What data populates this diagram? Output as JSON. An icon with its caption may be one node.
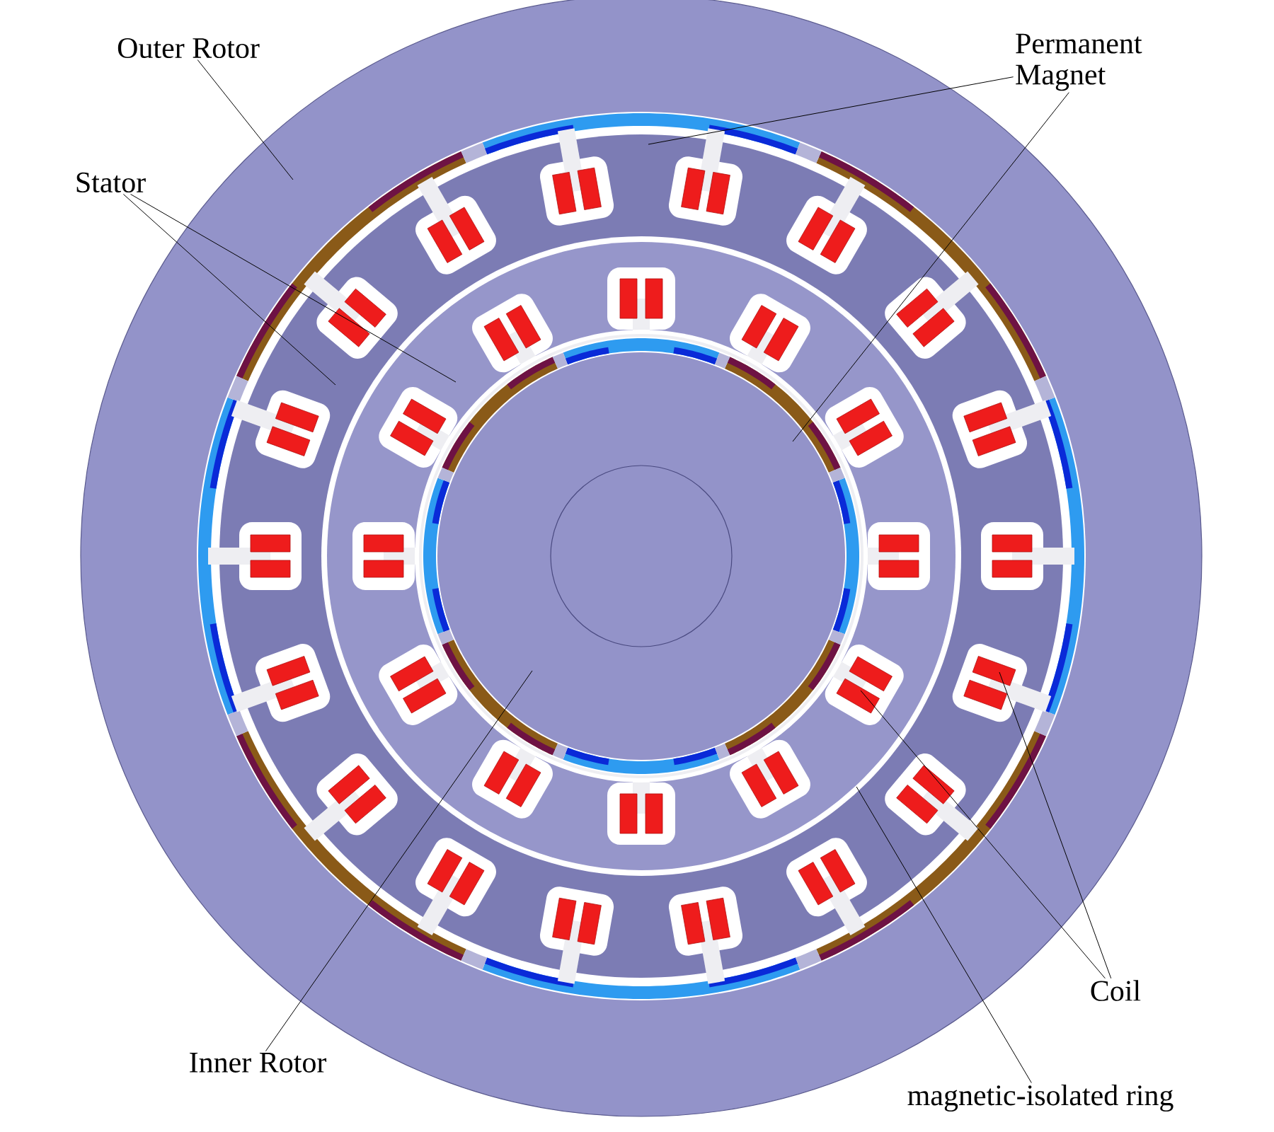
{
  "diagram": {
    "nodes": [
      {
        "text": [
          "Outer Rotor"
        ]
      },
      {
        "text": [
          "Permanent Magnet"
        ]
      },
      {
        "text": [
          "Stator"
        ]
      },
      {
        "text": [
          "Coil"
        ]
      },
      {
        "text": [
          "Inner Rotor"
        ]
      },
      {
        "text": [
          "magnetic-isolated ring"
        ]
      }
    ],
    "edges": [
      {
        "from": 0,
        "to": null,
        "arrow": "none"
      },
      {
        "from": 1,
        "to": null,
        "arrow": "none"
      },
      {
        "from": 1,
        "to": null,
        "arrow": "none"
      },
      {
        "from": 2,
        "to": null,
        "arrow": "none"
      },
      {
        "from": 2,
        "to": null,
        "arrow": "none"
      },
      {
        "from": 3,
        "to": null,
        "arrow": "none"
      },
      {
        "from": 3,
        "to": null,
        "arrow": "none"
      },
      {
        "from": 4,
        "to": null,
        "arrow": "none"
      },
      {
        "from": 5,
        "to": null,
        "arrow": "none"
      }
    ]
  }
}
